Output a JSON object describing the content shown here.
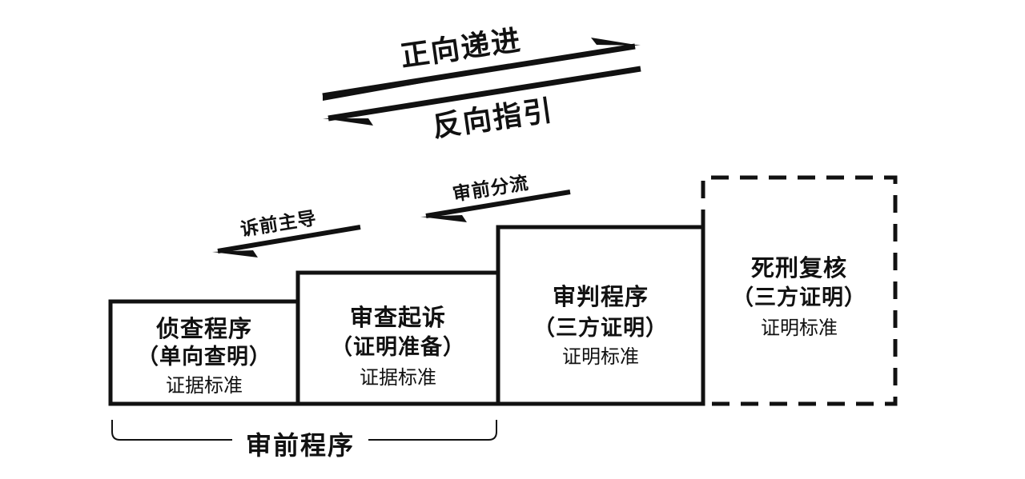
{
  "arrows": {
    "forward_label": "正向递进",
    "backward_label": "反向指引",
    "pretrial_lead_label": "诉前主导",
    "pretrial_diversion_label": "审前分流"
  },
  "steps": [
    {
      "title": "侦查程序",
      "subtitle": "（单向查明）",
      "standard": "证据标准"
    },
    {
      "title": "审查起诉",
      "subtitle": "（证明准备）",
      "standard": "证据标准"
    },
    {
      "title": "审判程序",
      "subtitle": "（三方证明）",
      "standard": "证明标准"
    },
    {
      "title": "死刑复核",
      "subtitle": "（三方证明）",
      "standard": "证明标准"
    }
  ],
  "bracket": {
    "label": "审前程序"
  },
  "colors": {
    "ink": "#111111",
    "background": "#ffffff"
  }
}
